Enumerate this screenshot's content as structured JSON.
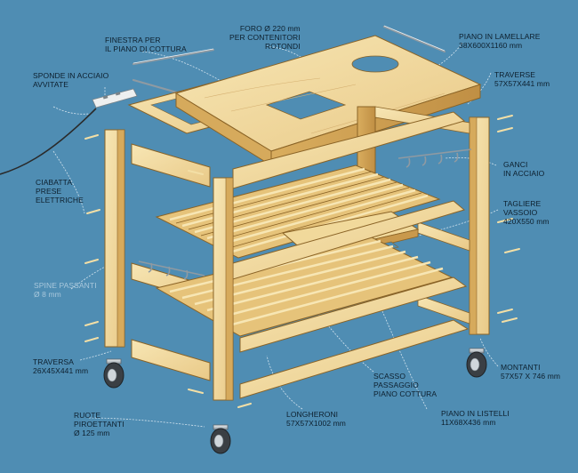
{
  "labels": {
    "finestra": [
      "FINESTRA PER",
      "IL PIANO DI COTTURA"
    ],
    "foro": [
      "FORO Ø  220 mm",
      "PER CONTENITORI",
      "ROTONDI"
    ],
    "piano_lamellare": [
      "PIANO IN LAMELLARE",
      "38X600X1160 mm"
    ],
    "sponde": [
      "SPONDE IN  ACCIAIO",
      "AVVITATE"
    ],
    "traverse": [
      "TRAVERSE",
      "57X57X441 mm"
    ],
    "ciabatta": [
      "CIABATTA",
      "PRESE",
      "ELETTRICHE"
    ],
    "ganci": [
      "GANCI",
      "IN ACCIAIO"
    ],
    "tagliere": [
      "TAGLIERE",
      "VASSOIO",
      "420X550 mm"
    ],
    "spine": [
      "SPINE PASSANTI",
      "Ø 8 mm"
    ],
    "traversa": [
      "TRAVERSA",
      "26X45X441 mm"
    ],
    "montanti": [
      "MONTANTI",
      "57X57 X 746 mm"
    ],
    "scasso": [
      "SCASSO",
      "PASSAGGIO",
      "PIANO COTTURA"
    ],
    "ruote": [
      "RUOTE",
      "PIROETTANTI",
      "Ø 125 mm"
    ],
    "longheroni": [
      "LONGHERONI",
      "57X57X1002 mm"
    ],
    "piano_listelli": [
      "PIANO IN LISTELLI",
      "11X68X436 mm"
    ]
  },
  "colors": {
    "background": "#4f8db3",
    "wood_light": "#f3dfa6",
    "wood_mid": "#e6c37a",
    "wood_dark": "#c9994c",
    "wood_edge": "#8a6326",
    "steel": "#c4ccd2",
    "label_text": "#0d1f2d",
    "leader_line": "#d4e4ef"
  },
  "icons": [
    "caster-wheel-icon",
    "power-strip-icon",
    "steel-hook-icon",
    "dowel-pin-icon"
  ]
}
